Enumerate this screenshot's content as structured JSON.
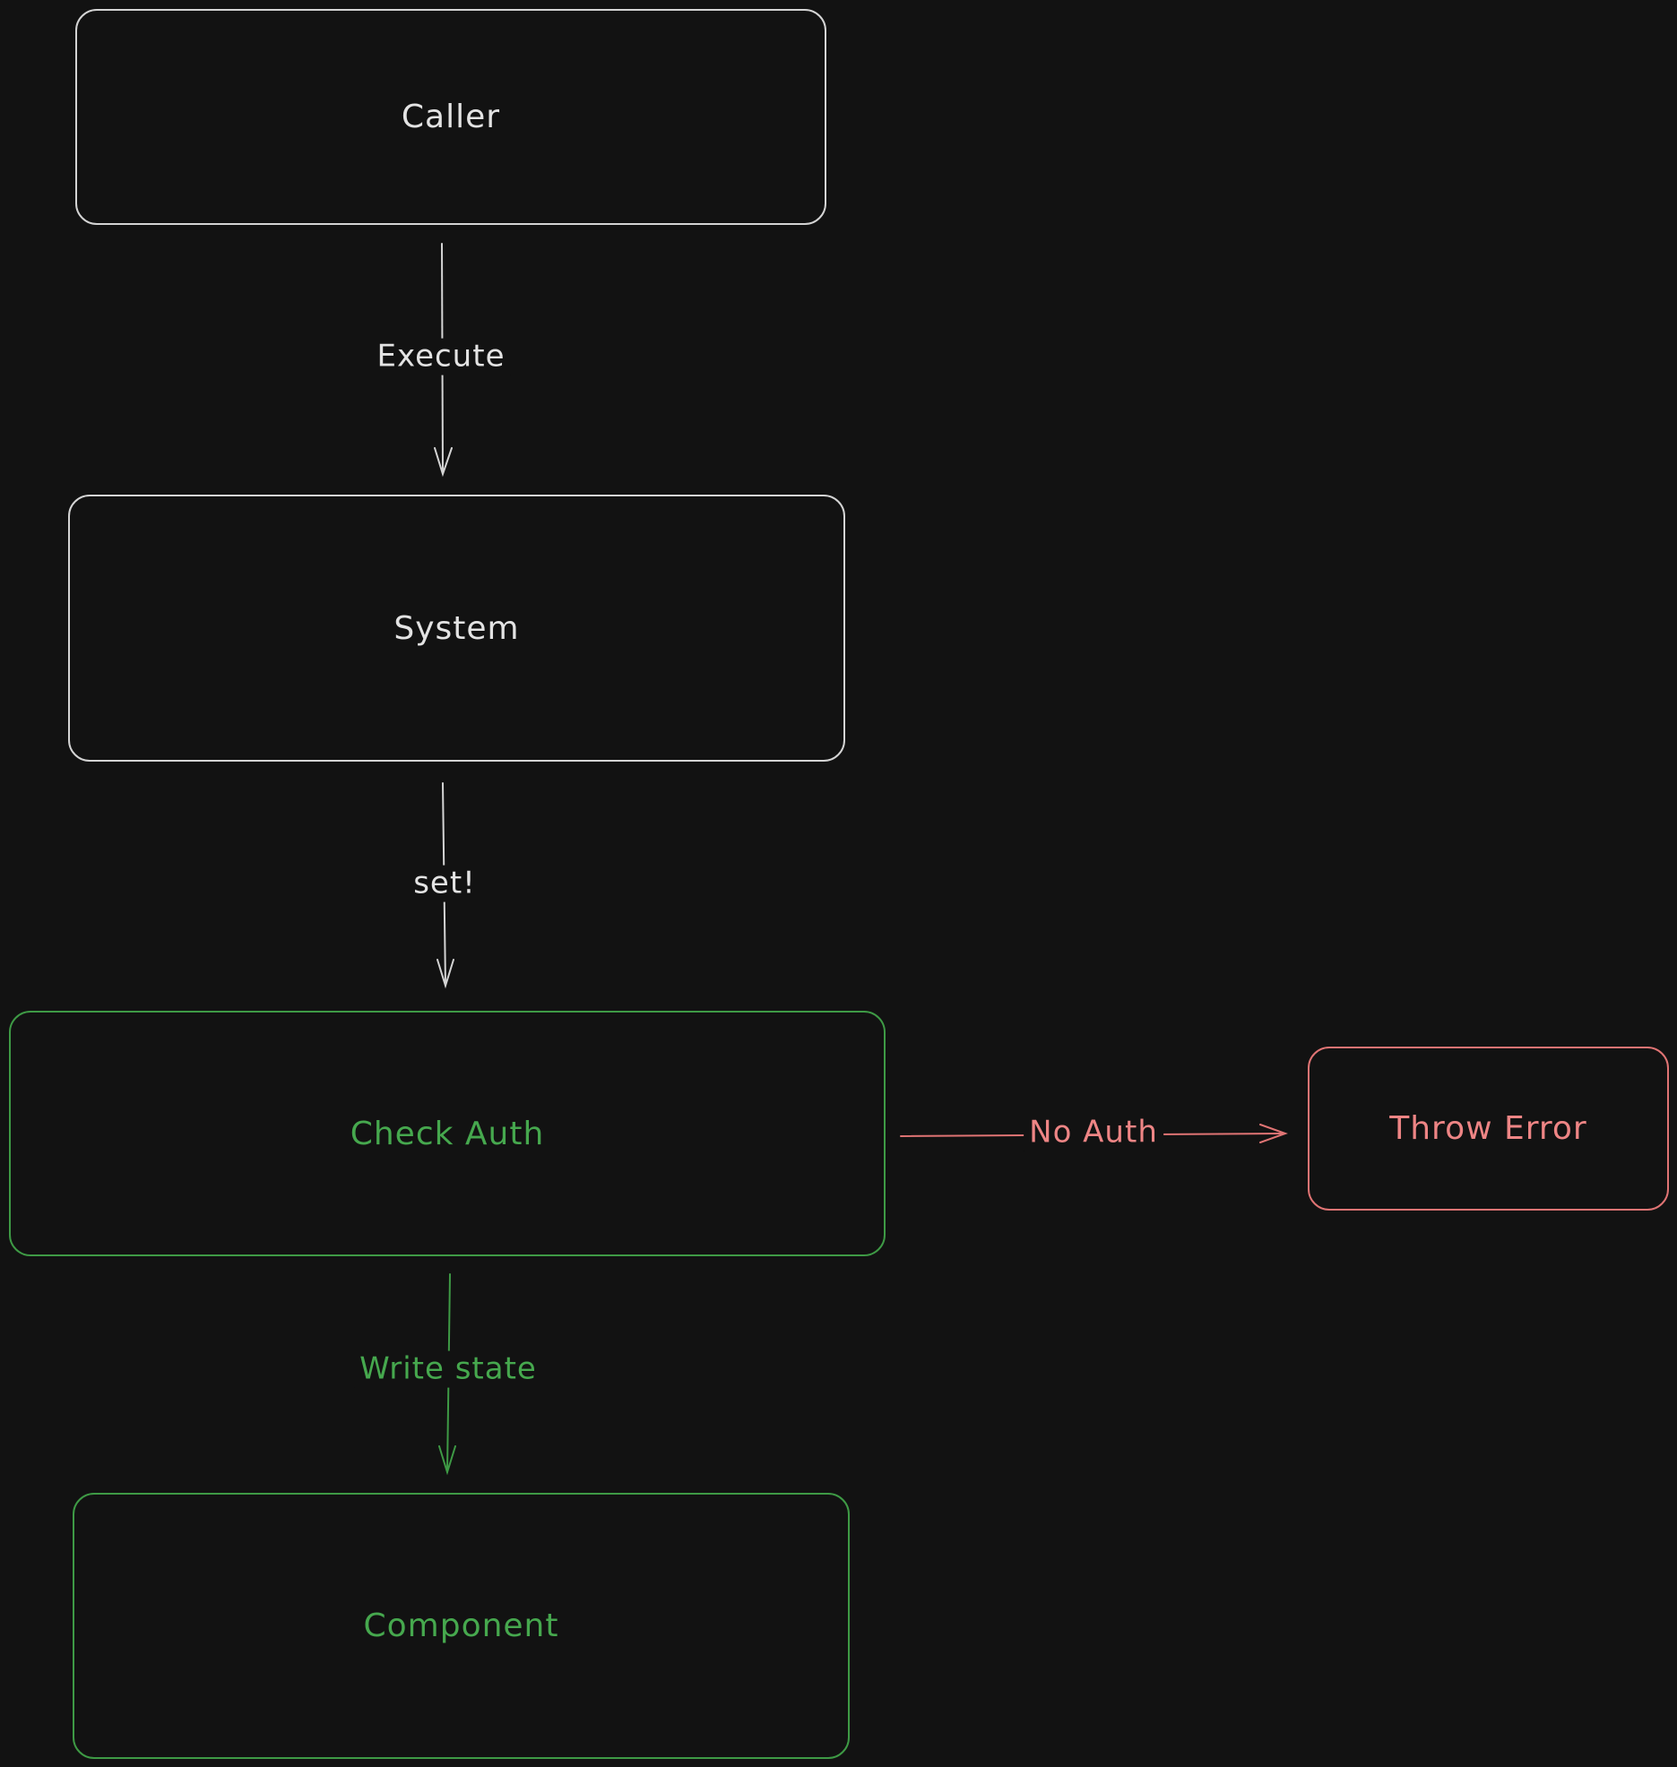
{
  "nodes": {
    "caller": "Caller",
    "system": "System",
    "check_auth": "Check Auth",
    "throw_error": "Throw Error",
    "component": "Component"
  },
  "edges": {
    "execute": "Execute",
    "set": "set!",
    "no_auth": "No Auth",
    "write_state": "Write state"
  },
  "colors": {
    "background": "#121212",
    "neutral": "#d4d4d4",
    "success": "#46a84e",
    "error": "#ee8585"
  }
}
